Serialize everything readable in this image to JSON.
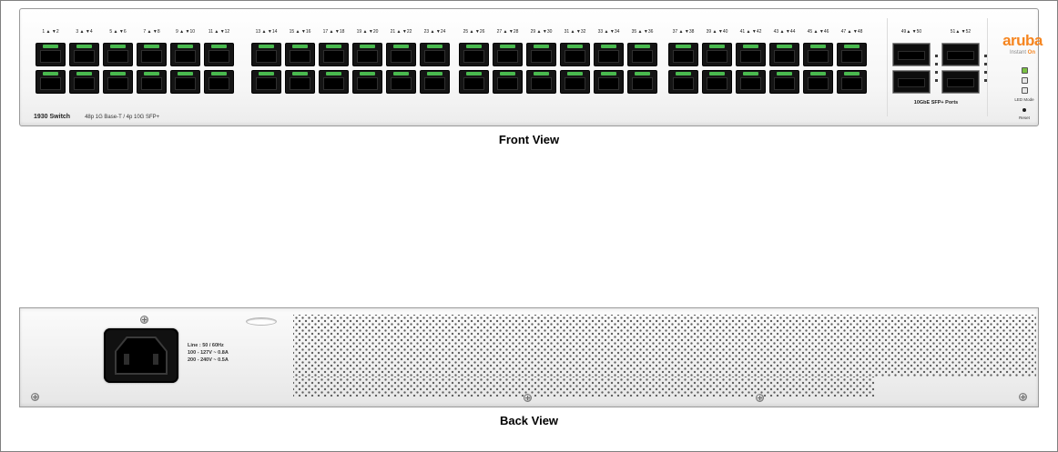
{
  "captions": {
    "front": "Front View",
    "back": "Back View"
  },
  "front": {
    "model": "1930 Switch",
    "description": "48p 1G Base-T / 4p 10G SFP+",
    "port_groups": [
      {
        "pairs": [
          [
            1,
            2
          ],
          [
            3,
            4
          ],
          [
            5,
            6
          ],
          [
            7,
            8
          ],
          [
            9,
            10
          ],
          [
            11,
            12
          ]
        ]
      },
      {
        "pairs": [
          [
            13,
            14
          ],
          [
            15,
            16
          ],
          [
            17,
            18
          ],
          [
            19,
            20
          ],
          [
            21,
            22
          ],
          [
            23,
            24
          ]
        ]
      },
      {
        "pairs": [
          [
            25,
            26
          ],
          [
            27,
            28
          ],
          [
            29,
            30
          ],
          [
            31,
            32
          ],
          [
            33,
            34
          ],
          [
            35,
            36
          ]
        ]
      },
      {
        "pairs": [
          [
            37,
            38
          ],
          [
            39,
            40
          ],
          [
            41,
            42
          ],
          [
            43,
            44
          ],
          [
            45,
            46
          ],
          [
            47,
            48
          ]
        ]
      }
    ],
    "sfp": {
      "labels": [
        "49▲ ▼50",
        "51▲ ▼52"
      ],
      "caption": "10GbE SFP+  Ports"
    },
    "brand": {
      "name": "aruba",
      "sub_gray": "Instant",
      "sub_orange": "On"
    },
    "led_mode_label": "LED Mode",
    "reset_label": "Reset"
  },
  "back": {
    "power_lines": [
      "Line : 50 / 60Hz",
      "100 - 127V ~ 0.8A",
      "200 - 240V ~ 0.5A"
    ]
  }
}
